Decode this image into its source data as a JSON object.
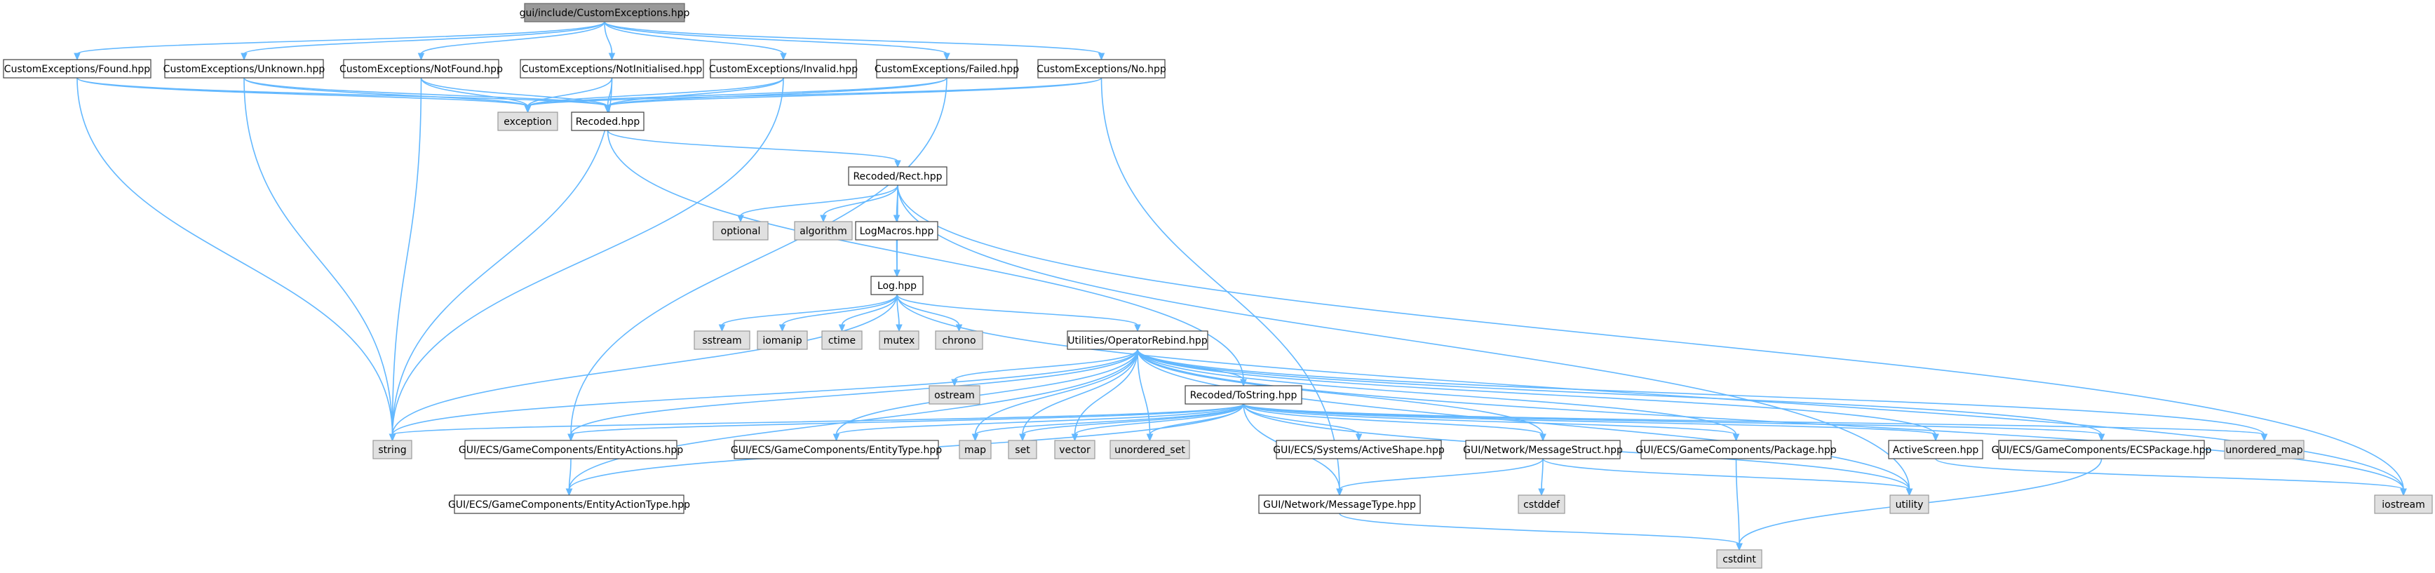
{
  "nodes": [
    {
      "id": "root",
      "label": "gui/include/CustomExceptions.hpp",
      "kind": "root"
    },
    {
      "id": "found",
      "label": "CustomExceptions/Found.hpp",
      "kind": "file"
    },
    {
      "id": "unknown",
      "label": "CustomExceptions/Unknown.hpp",
      "kind": "file"
    },
    {
      "id": "notfound",
      "label": "CustomExceptions/NotFound.hpp",
      "kind": "file"
    },
    {
      "id": "notinit",
      "label": "CustomExceptions/NotInitialised.hpp",
      "kind": "file"
    },
    {
      "id": "invalid",
      "label": "CustomExceptions/Invalid.hpp",
      "kind": "file"
    },
    {
      "id": "failed",
      "label": "CustomExceptions/Failed.hpp",
      "kind": "file"
    },
    {
      "id": "no",
      "label": "CustomExceptions/No.hpp",
      "kind": "file"
    },
    {
      "id": "exception",
      "label": "exception",
      "kind": "sys"
    },
    {
      "id": "recoded",
      "label": "Recoded.hpp",
      "kind": "file"
    },
    {
      "id": "rect",
      "label": "Recoded/Rect.hpp",
      "kind": "file"
    },
    {
      "id": "optional",
      "label": "optional",
      "kind": "sys"
    },
    {
      "id": "algorithm",
      "label": "algorithm",
      "kind": "sys"
    },
    {
      "id": "logmacros",
      "label": "LogMacros.hpp",
      "kind": "file"
    },
    {
      "id": "log",
      "label": "Log.hpp",
      "kind": "file"
    },
    {
      "id": "sstream",
      "label": "sstream",
      "kind": "sys"
    },
    {
      "id": "iomanip",
      "label": "iomanip",
      "kind": "sys"
    },
    {
      "id": "ctime",
      "label": "ctime",
      "kind": "sys"
    },
    {
      "id": "mutex",
      "label": "mutex",
      "kind": "sys"
    },
    {
      "id": "chrono",
      "label": "chrono",
      "kind": "sys"
    },
    {
      "id": "oprebind",
      "label": "Utilities/OperatorRebind.hpp",
      "kind": "file"
    },
    {
      "id": "ostream",
      "label": "ostream",
      "kind": "sys"
    },
    {
      "id": "tostring",
      "label": "Recoded/ToString.hpp",
      "kind": "file"
    },
    {
      "id": "string",
      "label": "string",
      "kind": "sys"
    },
    {
      "id": "entityactions",
      "label": "GUI/ECS/GameComponents/EntityActions.hpp",
      "kind": "file"
    },
    {
      "id": "entitytype",
      "label": "GUI/ECS/GameComponents/EntityType.hpp",
      "kind": "file"
    },
    {
      "id": "map",
      "label": "map",
      "kind": "sys"
    },
    {
      "id": "set",
      "label": "set",
      "kind": "sys"
    },
    {
      "id": "vector",
      "label": "vector",
      "kind": "sys"
    },
    {
      "id": "unordered_set",
      "label": "unordered_set",
      "kind": "sys"
    },
    {
      "id": "activeshapehpp",
      "label": "GUI/ECS/Systems/ActiveShape.hpp",
      "kind": "file"
    },
    {
      "id": "msgstruct",
      "label": "GUI/Network/MessageStruct.hpp",
      "kind": "file"
    },
    {
      "id": "package",
      "label": "GUI/ECS/GameComponents/Package.hpp",
      "kind": "file"
    },
    {
      "id": "activescreen",
      "label": "ActiveScreen.hpp",
      "kind": "file"
    },
    {
      "id": "ecspackage",
      "label": "GUI/ECS/GameComponents/ECSPackage.hpp",
      "kind": "file"
    },
    {
      "id": "unordered_map",
      "label": "unordered_map",
      "kind": "sys"
    },
    {
      "id": "entityactiontype",
      "label": "GUI/ECS/GameComponents/EntityActionType.hpp",
      "kind": "file"
    },
    {
      "id": "cstddef",
      "label": "cstddef",
      "kind": "sys"
    },
    {
      "id": "utility",
      "label": "utility",
      "kind": "sys"
    },
    {
      "id": "iostream",
      "label": "iostream",
      "kind": "sys"
    },
    {
      "id": "msgtype",
      "label": "GUI/Network/MessageType.hpp",
      "kind": "file"
    },
    {
      "id": "cstdint",
      "label": "cstdint",
      "kind": "sys"
    }
  ],
  "edges": [
    [
      "root",
      "found"
    ],
    [
      "root",
      "unknown"
    ],
    [
      "root",
      "notfound"
    ],
    [
      "root",
      "notinit"
    ],
    [
      "root",
      "invalid"
    ],
    [
      "root",
      "failed"
    ],
    [
      "root",
      "no"
    ],
    [
      "found",
      "exception"
    ],
    [
      "found",
      "string"
    ],
    [
      "found",
      "recoded"
    ],
    [
      "unknown",
      "exception"
    ],
    [
      "unknown",
      "string"
    ],
    [
      "unknown",
      "recoded"
    ],
    [
      "notfound",
      "exception"
    ],
    [
      "notfound",
      "string"
    ],
    [
      "notfound",
      "recoded"
    ],
    [
      "notinit",
      "exception"
    ],
    [
      "notinit",
      "string"
    ],
    [
      "notinit",
      "recoded"
    ],
    [
      "invalid",
      "exception"
    ],
    [
      "invalid",
      "string"
    ],
    [
      "invalid",
      "recoded"
    ],
    [
      "failed",
      "exception"
    ],
    [
      "failed",
      "recoded"
    ],
    [
      "failed",
      "entityactions"
    ],
    [
      "no",
      "exception"
    ],
    [
      "no",
      "recoded"
    ],
    [
      "no",
      "msgtype"
    ],
    [
      "recoded",
      "rect"
    ],
    [
      "recoded",
      "tostring"
    ],
    [
      "rect",
      "optional"
    ],
    [
      "rect",
      "algorithm"
    ],
    [
      "rect",
      "logmacros"
    ],
    [
      "rect",
      "log"
    ],
    [
      "rect",
      "iostream"
    ],
    [
      "rect",
      "utility"
    ],
    [
      "logmacros",
      "log"
    ],
    [
      "log",
      "string"
    ],
    [
      "log",
      "sstream"
    ],
    [
      "log",
      "iomanip"
    ],
    [
      "log",
      "ctime"
    ],
    [
      "log",
      "mutex"
    ],
    [
      "log",
      "chrono"
    ],
    [
      "log",
      "oprebind"
    ],
    [
      "log",
      "iostream"
    ],
    [
      "oprebind",
      "string"
    ],
    [
      "oprebind",
      "ostream"
    ],
    [
      "oprebind",
      "tostring"
    ],
    [
      "oprebind",
      "map"
    ],
    [
      "oprebind",
      "set"
    ],
    [
      "oprebind",
      "vector"
    ],
    [
      "oprebind",
      "unordered_set"
    ],
    [
      "oprebind",
      "entityactions"
    ],
    [
      "oprebind",
      "entitytype"
    ],
    [
      "oprebind",
      "entityactiontype"
    ],
    [
      "oprebind",
      "msgstruct"
    ],
    [
      "oprebind",
      "package"
    ],
    [
      "oprebind",
      "ecspackage"
    ],
    [
      "oprebind",
      "activescreen"
    ],
    [
      "oprebind",
      "unordered_map"
    ],
    [
      "oprebind",
      "utility"
    ],
    [
      "oprebind",
      "iostream"
    ],
    [
      "tostring",
      "string"
    ],
    [
      "tostring",
      "entityactions"
    ],
    [
      "tostring",
      "entitytype"
    ],
    [
      "tostring",
      "map"
    ],
    [
      "tostring",
      "set"
    ],
    [
      "tostring",
      "vector"
    ],
    [
      "tostring",
      "unordered_set"
    ],
    [
      "tostring",
      "activeshapehpp"
    ],
    [
      "tostring",
      "msgstruct"
    ],
    [
      "tostring",
      "package"
    ],
    [
      "tostring",
      "activescreen"
    ],
    [
      "tostring",
      "ecspackage"
    ],
    [
      "tostring",
      "unordered_map"
    ],
    [
      "tostring",
      "entityactiontype"
    ],
    [
      "tostring",
      "msgtype"
    ],
    [
      "tostring",
      "utility"
    ],
    [
      "entityactions",
      "entityactiontype"
    ],
    [
      "msgstruct",
      "cstddef"
    ],
    [
      "msgstruct",
      "utility"
    ],
    [
      "msgstruct",
      "msgtype"
    ],
    [
      "package",
      "cstdint"
    ],
    [
      "activescreen",
      "iostream"
    ],
    [
      "ecspackage",
      "cstdint"
    ],
    [
      "msgtype",
      "cstdint"
    ]
  ]
}
